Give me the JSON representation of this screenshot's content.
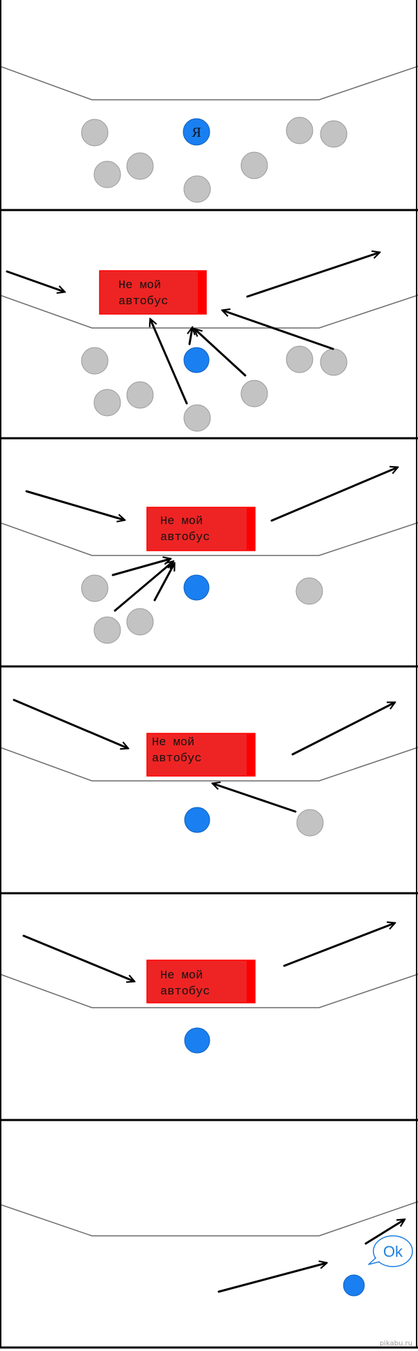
{
  "me_label": "Я",
  "bus_label": [
    "Не мой",
    "автобус"
  ],
  "speech": "Ok",
  "watermark": "pikabu.ru",
  "colors": {
    "me": "#1a7ff0",
    "crowd": "#c3c3c3",
    "bus": "#ee2424",
    "bus_edge": "#ff0000",
    "ink": "#000000",
    "road": "#6a6a6a"
  }
}
